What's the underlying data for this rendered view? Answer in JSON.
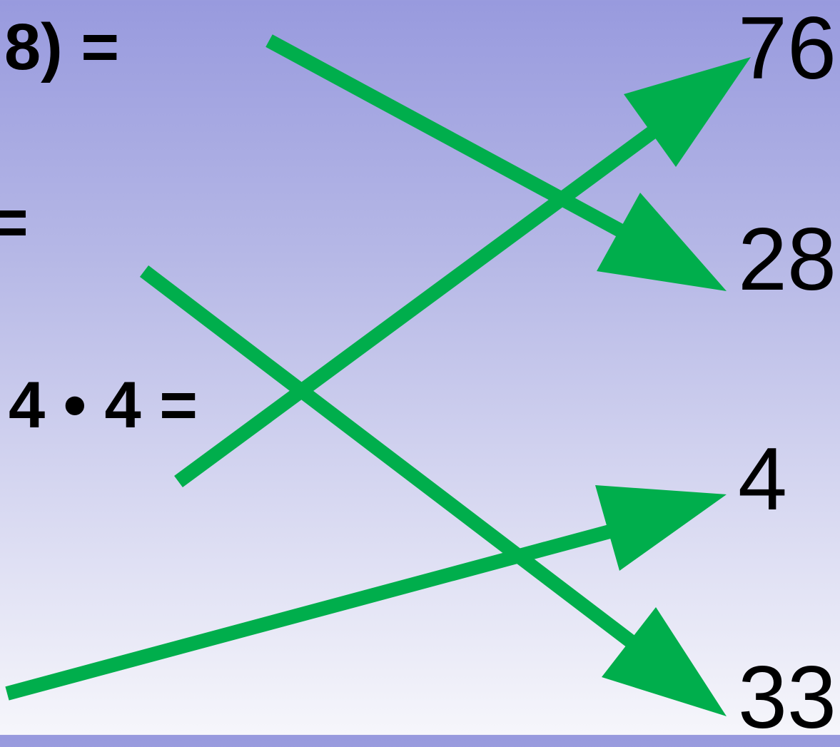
{
  "expressions": [
    {
      "id": "expr-1",
      "text": "8) ="
    },
    {
      "id": "expr-2",
      "text": "="
    },
    {
      "id": "expr-3",
      "text": "4 • 4 ="
    }
  ],
  "answers": [
    {
      "id": "answer-76",
      "text": "76"
    },
    {
      "id": "answer-28",
      "text": "28"
    },
    {
      "id": "answer-4",
      "text": "4"
    },
    {
      "id": "answer-33",
      "text": "33"
    }
  ],
  "connections": [
    {
      "from": "expr-1",
      "to": "answer-28"
    },
    {
      "from": "expr-2",
      "to": "answer-33"
    },
    {
      "from": "expr-3",
      "to": "answer-76"
    },
    {
      "from": "expr-4",
      "to": "answer-4"
    }
  ],
  "colors": {
    "arrow": "#00ae4c",
    "text": "#000000"
  }
}
